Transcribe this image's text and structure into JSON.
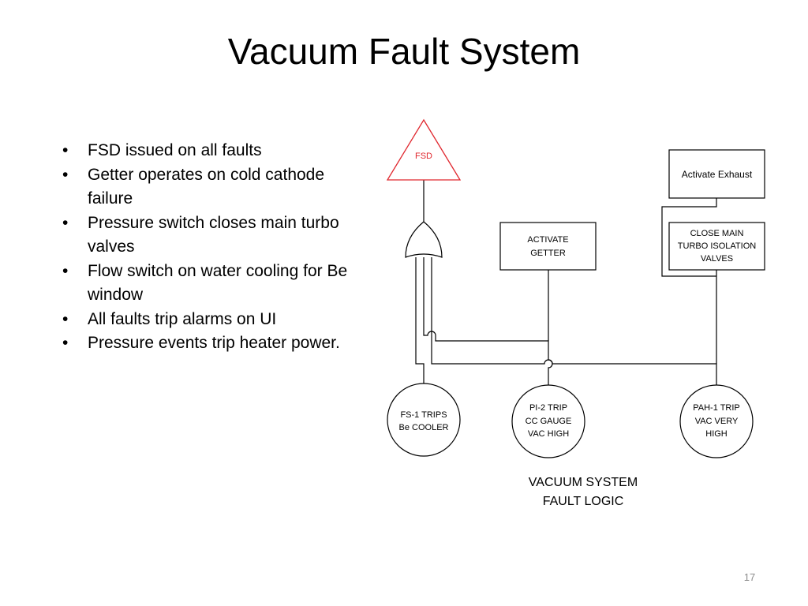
{
  "slide": {
    "title": "Vacuum Fault System",
    "page_number": "17"
  },
  "bullets": [
    "FSD issued on all faults",
    "Getter operates on cold cathode failure",
    "Pressure switch closes main turbo valves",
    "Flow switch on water cooling for Be window",
    "All faults trip alarms on UI",
    "Pressure events trip heater power."
  ],
  "bullet_marker": "•",
  "diagram": {
    "colors": {
      "line": "#000000",
      "fsd": "#e0282f"
    },
    "fsd_label": "FSD",
    "activate_exhaust": "Activate Exhaust",
    "activate_getter": [
      "ACTIVATE",
      "GETTER"
    ],
    "close_valves": [
      "CLOSE MAIN",
      "TURBO ISOLATION",
      "VALVES"
    ],
    "fs1": [
      "FS-1 TRIPS",
      "Be COOLER"
    ],
    "pi2": [
      "PI-2 TRIP",
      "CC GAUGE",
      "VAC HIGH"
    ],
    "pah1": [
      "PAH-1 TRIP",
      "VAC VERY",
      "HIGH"
    ],
    "caption": [
      "VACUUM SYSTEM",
      "FAULT LOGIC"
    ]
  }
}
